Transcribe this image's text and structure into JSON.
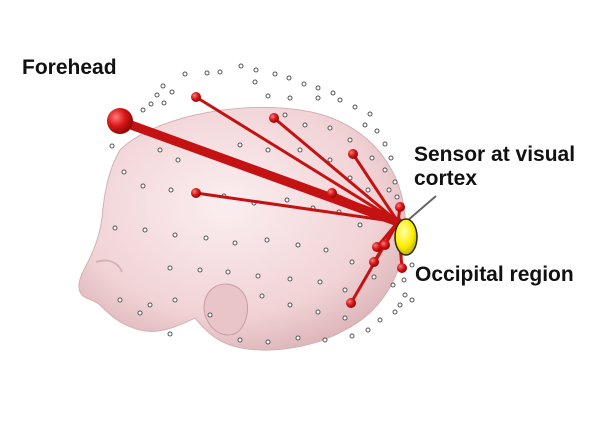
{
  "labels": {
    "forehead": "Forehead",
    "sensor": "Sensor at visual cortex",
    "occipital": "Occipital region"
  },
  "colors": {
    "head_fill": "#f3d9db",
    "head_stroke": "#d9b8bb",
    "connection": "#c41212",
    "node": "#d01515",
    "sensor": "#ffee00",
    "sensor_stroke": "#3a3a00",
    "optode": "#555555"
  },
  "icons": {
    "sensor": "yellow-sensor-disc",
    "channel_end": "red-sphere",
    "optode": "small-hollow-dot"
  }
}
